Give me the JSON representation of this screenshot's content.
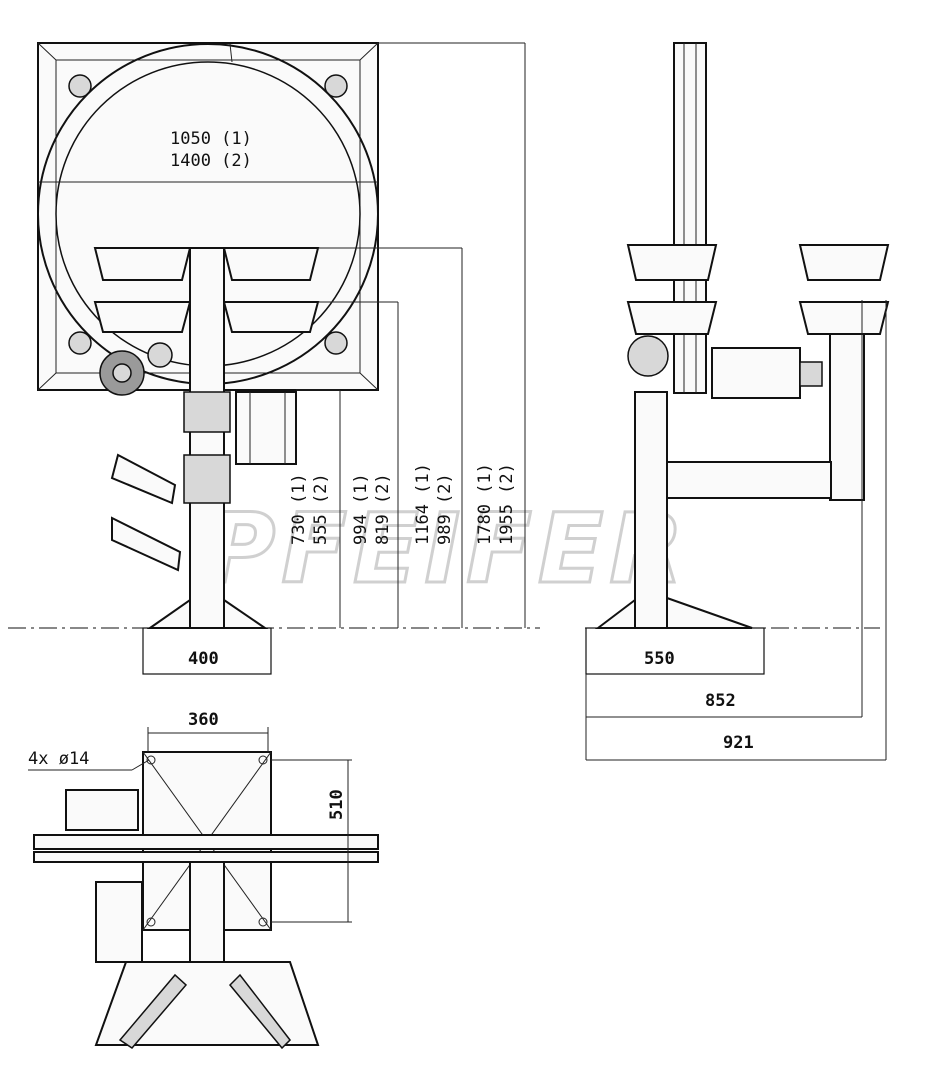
{
  "watermark": "PFEIFER",
  "front_view": {
    "ring_dia_1": "1050 (1)",
    "ring_dia_2": "1400 (2)",
    "base_width": "400",
    "heights": [
      {
        "v1": "730 (1)",
        "v2": "555 (2)"
      },
      {
        "v1": "994 (1)",
        "v2": "819 (2)"
      },
      {
        "v1": "1164 (1)",
        "v2": "989 (2)"
      },
      {
        "v1": "1780 (1)",
        "v2": "1955 (2)"
      }
    ]
  },
  "side_view": {
    "base_width": "550",
    "depth_1": "852",
    "depth_2": "921"
  },
  "top_view": {
    "width": "360",
    "depth": "510",
    "holes": "4x ø14"
  }
}
